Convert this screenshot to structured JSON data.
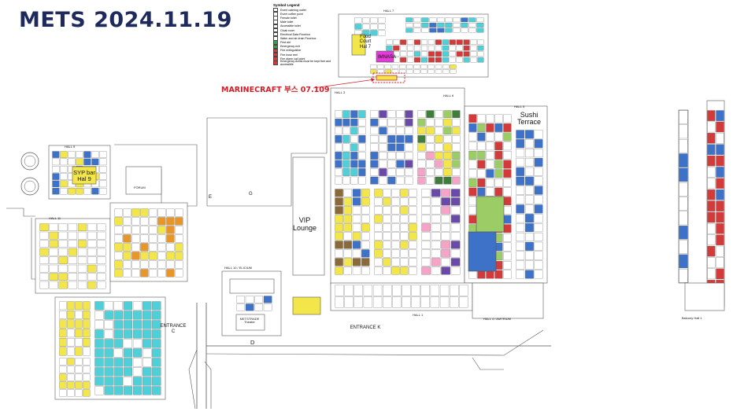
{
  "title": "METS 2024.11.19",
  "callout": "MARINECRAFT 부스 07.109",
  "colors": {
    "title": "#1f2a5c",
    "callout": "#d0202a",
    "hall_outline": "#555555",
    "yellow": "#f3e64a",
    "cyan": "#4fd0d8",
    "blue": "#3d72c8",
    "green": "#9ccc65",
    "darkgreen": "#3f7d3a",
    "purple": "#6a4aa8",
    "pink": "#f6a3c8",
    "red": "#d33a3a",
    "orange": "#e8962a",
    "magenta": "#e23bd6",
    "brown": "#8a6a3a"
  },
  "legend": {
    "title": "Symbol Legend",
    "items": [
      "Event catering outlet",
      "Event coffee point",
      "Female toilet",
      "Male toilet",
      "Accessible toilet",
      "Cloak room",
      "Electrical Data Floorbox",
      "Water and air drain Floorbox",
      "First aid",
      "Emergency exit",
      "Fire extinguisher",
      "Fire hose reel",
      "Fire alarm call point",
      "Emergency Areas must be kept free and accessible"
    ]
  },
  "labels": {
    "hall_7": "HALL 7",
    "food_court": "Food Court Hal 7",
    "imnasa": "IMNASA",
    "hall_3": "HALL 3",
    "hall_6": "HALL 6",
    "hall_5": "HALL 5",
    "sushi": "Sushi Terrace",
    "hall_8": "HALL 8",
    "syp_bar": "SYP bar Hal 9",
    "hall_9": "HALL 9",
    "forum": "FORUM",
    "hall_11": "HALL 11",
    "hall_10": "HALL 10 / ELICIUM",
    "metstrade": "METSTRADE Theater",
    "e": "E",
    "g": "G",
    "d": "D",
    "vip": "VIP Lounge",
    "entrance_c": "ENTRANCE C",
    "entrance_k": "ENTRANCE K",
    "hall_1": "HALL 1",
    "hall_4": "HALL 4 / AMTRIUM",
    "balcony": "Balcony Hall 1"
  }
}
